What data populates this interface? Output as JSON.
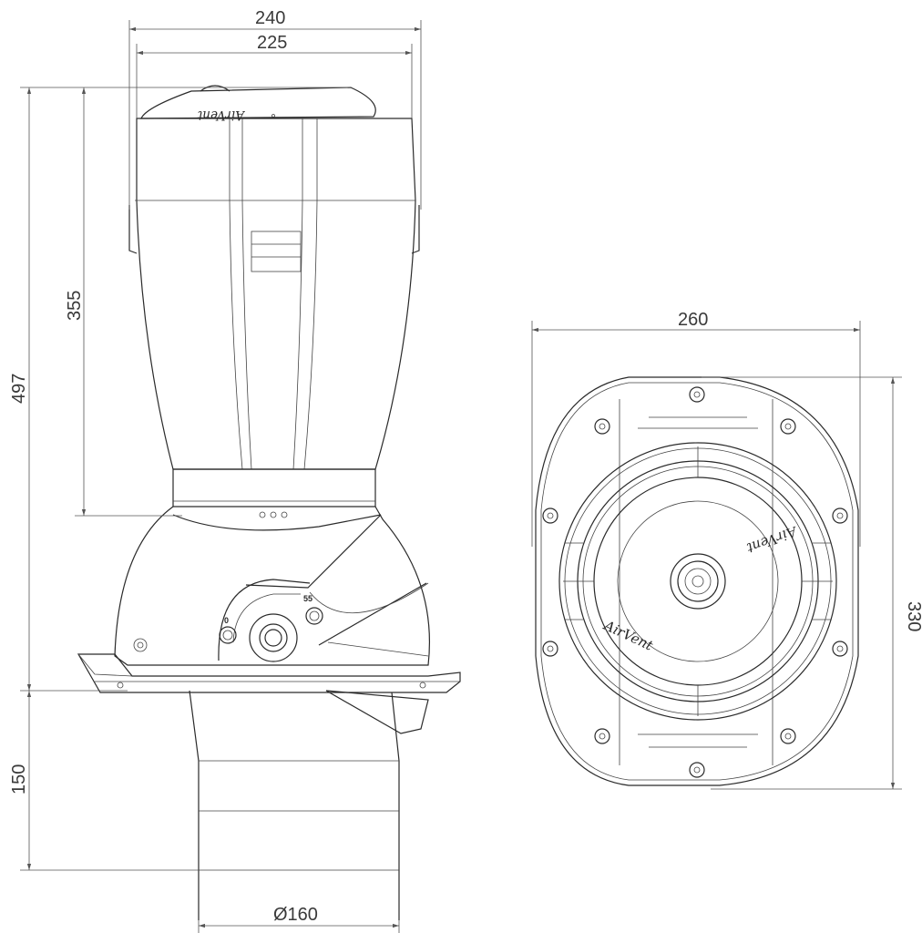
{
  "dimensions": {
    "top_width_outer": "240",
    "top_width_inner": "225",
    "total_height": "497",
    "cap_height": "355",
    "pipe_height": "150",
    "pipe_diameter": "Ø160",
    "plan_width": "260",
    "plan_height": "330"
  },
  "dial": {
    "min_label": "0",
    "max_label": "55"
  },
  "logo_text": "AirVent",
  "colors": {
    "line": "#2a2a2a",
    "dimension": "#555555",
    "background": "#ffffff"
  }
}
